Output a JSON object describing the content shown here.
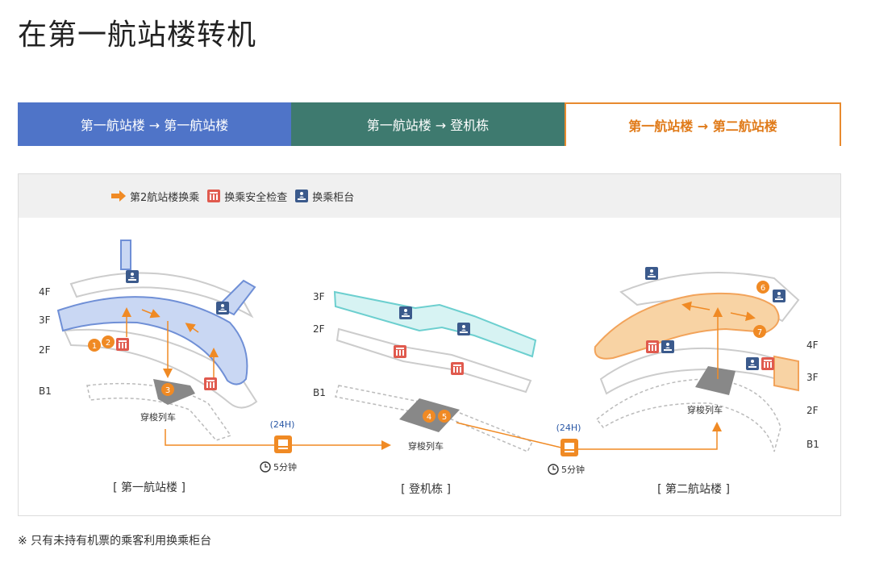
{
  "page": {
    "title": "在第一航站楼转机"
  },
  "tabs": [
    {
      "label": "第一航站楼 → 第一航站楼",
      "active": false,
      "color": "#4f74c8"
    },
    {
      "label": "第一航站楼 → 登机栋",
      "active": false,
      "color": "#3e7a6f"
    },
    {
      "label": "第一航站楼 → 第二航站楼",
      "active": true,
      "color": "#e07b1a"
    }
  ],
  "legend": [
    {
      "icon": "arrow-right-icon",
      "label": "第2航站楼换乘",
      "color": "#f08a24"
    },
    {
      "icon": "security-check-icon",
      "label": "换乘安全检查",
      "color": "#e05a4e"
    },
    {
      "icon": "transfer-counter-icon",
      "label": "换乘柜台",
      "color": "#3b5a8c"
    }
  ],
  "map": {
    "t1": {
      "name": "[ 第一航站楼 ]",
      "floors": [
        "4F",
        "3F",
        "2F",
        "B1"
      ],
      "shuttle": "穿梭列车",
      "steps": [
        "1",
        "2",
        "3"
      ]
    },
    "concourse": {
      "name": "[ 登机栋 ]",
      "floors": [
        "3F",
        "2F",
        "B1"
      ],
      "shuttle": "穿梭列车",
      "steps": [
        "4",
        "5"
      ]
    },
    "t2": {
      "name": "[ 第二航站楼 ]",
      "floors": [
        "4F",
        "3F",
        "2F",
        "B1"
      ],
      "shuttle": "穿梭列车",
      "steps": [
        "6",
        "7"
      ]
    },
    "train1": {
      "hours": "(24H)",
      "time": "5分钟"
    },
    "train2": {
      "hours": "(24H)",
      "time": "5分钟"
    }
  },
  "footnote": "※ 只有未持有机票的乘客利用换乘柜台"
}
